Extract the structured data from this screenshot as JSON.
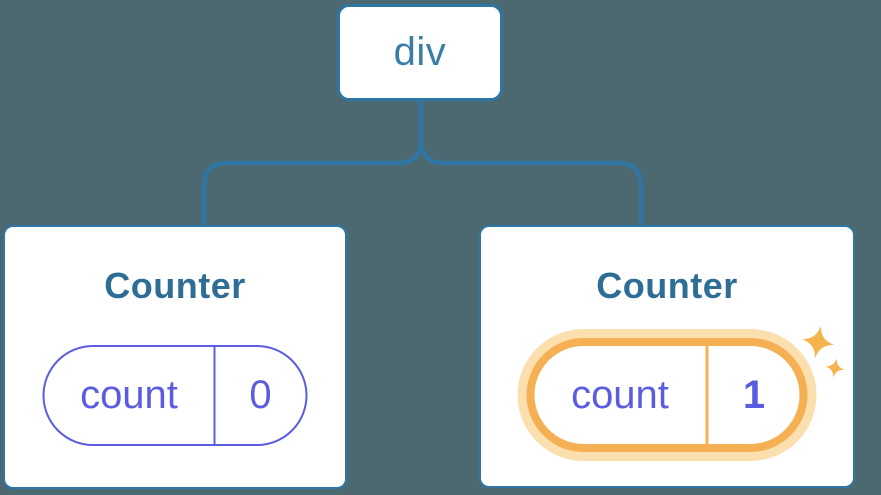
{
  "colors": {
    "bg": "#4c6871",
    "line": "#2f76a4",
    "rootText": "#3a7ea8",
    "title": "#2d6d96",
    "state": "#5c5ce0",
    "highlight": "#f5b053",
    "glow": "#fbdfae",
    "sparkle": "#f6b44e",
    "card": "#ffffff"
  },
  "tree": {
    "root": {
      "label": "div"
    },
    "children": [
      {
        "title": "Counter",
        "state": {
          "key": "count",
          "value": "0"
        },
        "highlighted": false
      },
      {
        "title": "Counter",
        "state": {
          "key": "count",
          "value": "1"
        },
        "highlighted": true,
        "sparkles": true
      }
    ]
  }
}
